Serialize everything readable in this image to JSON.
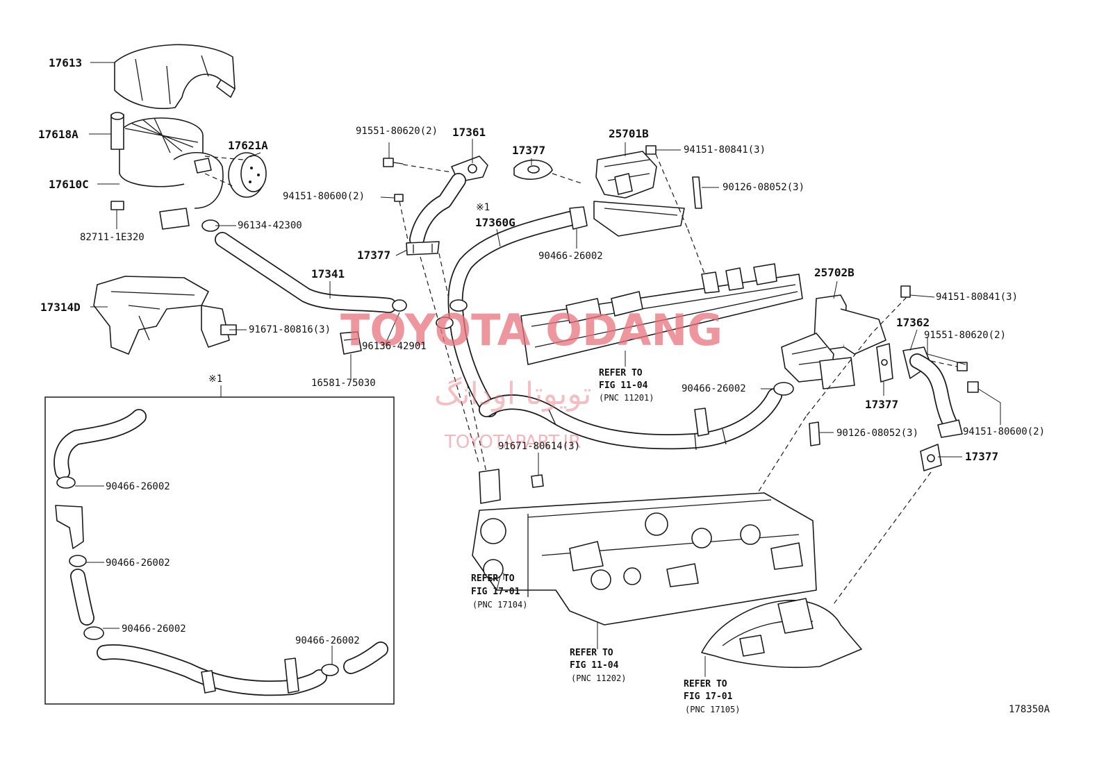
{
  "diagram_number": "178350A",
  "watermark": {
    "brand": "TOYOTA ODANG",
    "arabic": "تویوتا اودانگ",
    "url": "TOYOTAPART.IR"
  },
  "inset_marker": "※1",
  "inset_marker_2": "※1",
  "parts": {
    "p17613": "17613",
    "p17618A": "17618A",
    "p17621A": "17621A",
    "p17610C": "17610C",
    "p82711": "82711-1E320",
    "p96134": "96134-42300",
    "p17341": "17341",
    "p17314D": "17314D",
    "p91671_816": "91671-80816(3)",
    "p96136": "96136-42901",
    "p16581": "16581-75030",
    "p91551_a": "91551-80620(2)",
    "p17361": "17361",
    "p94151_600a": "94151-80600(2)",
    "p17377_a": "17377",
    "p17377_b": "17377",
    "p17360G": "17360G",
    "p90466_top": "90466-26002",
    "p25701B": "25701B",
    "p94151_841a": "94151-80841(3)",
    "p90126_a": "90126-08052(3)",
    "p25702B": "25702B",
    "p94151_841b": "94151-80841(3)",
    "p17362": "17362",
    "p91551_b": "91551-80620(2)",
    "p17377_c": "17377",
    "p94151_600b": "94151-80600(2)",
    "p90466_mid": "90466-26002",
    "p90126_b": "90126-08052(3)",
    "p17377_d": "17377",
    "p91671_614": "91671-80614(3)",
    "inset_90466_1": "90466-26002",
    "inset_90466_2": "90466-26002",
    "inset_90466_3": "90466-26002",
    "inset_90466_4": "90466-26002"
  },
  "references": {
    "r11201": {
      "line1": "REFER TO",
      "line2": "FIG 11-04",
      "line3": "(PNC 11201)"
    },
    "r17104": {
      "line1": "REFER TO",
      "line2": "FIG 17-01",
      "line3": "(PNC 17104)"
    },
    "r11202": {
      "line1": "REFER TO",
      "line2": "FIG 11-04",
      "line3": "(PNC 11202)"
    },
    "r17105": {
      "line1": "REFER TO",
      "line2": "FIG 17-01",
      "line3": "(PNC 17105)"
    }
  }
}
